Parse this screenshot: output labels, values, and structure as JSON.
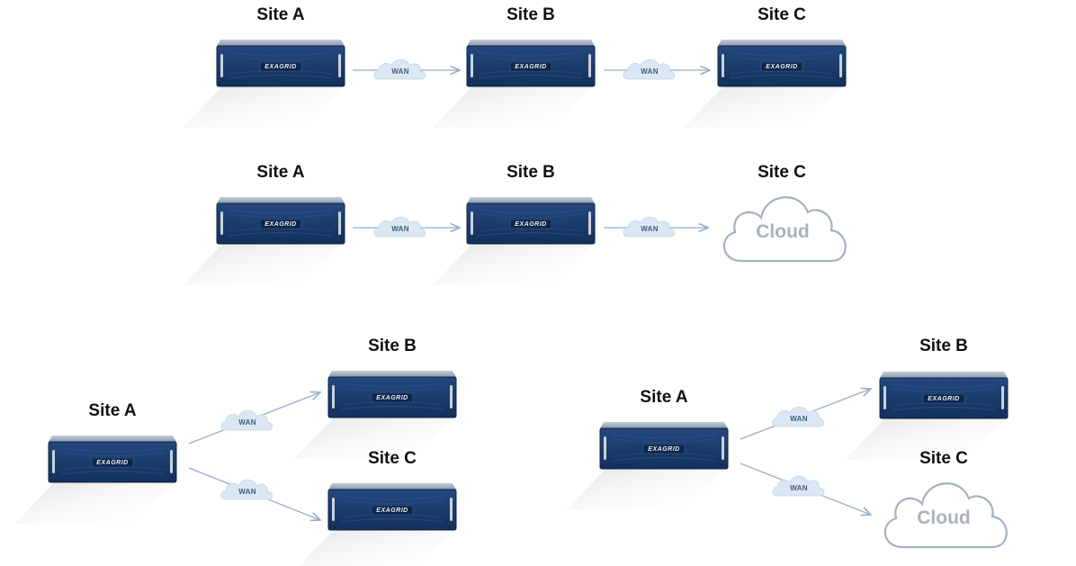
{
  "diagrams": [
    {
      "nodes": [
        {
          "id": "A",
          "label": "Site A",
          "kind": "appliance",
          "brand": "EXAGRID"
        },
        {
          "id": "B",
          "label": "Site B",
          "kind": "appliance",
          "brand": "EXAGRID"
        },
        {
          "id": "C",
          "label": "Site C",
          "kind": "appliance",
          "brand": "EXAGRID"
        }
      ],
      "links": [
        {
          "from": "A",
          "to": "B",
          "label": "WAN"
        },
        {
          "from": "B",
          "to": "C",
          "label": "WAN"
        }
      ]
    },
    {
      "nodes": [
        {
          "id": "A",
          "label": "Site A",
          "kind": "appliance",
          "brand": "EXAGRID"
        },
        {
          "id": "B",
          "label": "Site B",
          "kind": "appliance",
          "brand": "EXAGRID"
        },
        {
          "id": "C",
          "label": "Site C",
          "kind": "cloud",
          "text": "Cloud"
        }
      ],
      "links": [
        {
          "from": "A",
          "to": "B",
          "label": "WAN"
        },
        {
          "from": "B",
          "to": "C",
          "label": "WAN"
        }
      ]
    },
    {
      "nodes": [
        {
          "id": "A",
          "label": "Site A",
          "kind": "appliance",
          "brand": "EXAGRID"
        },
        {
          "id": "B",
          "label": "Site B",
          "kind": "appliance",
          "brand": "EXAGRID"
        },
        {
          "id": "C",
          "label": "Site C",
          "kind": "appliance",
          "brand": "EXAGRID"
        }
      ],
      "links": [
        {
          "from": "A",
          "to": "B",
          "label": "WAN"
        },
        {
          "from": "A",
          "to": "C",
          "label": "WAN"
        }
      ]
    },
    {
      "nodes": [
        {
          "id": "A",
          "label": "Site A",
          "kind": "appliance",
          "brand": "EXAGRID"
        },
        {
          "id": "B",
          "label": "Site B",
          "kind": "appliance",
          "brand": "EXAGRID"
        },
        {
          "id": "C",
          "label": "Site C",
          "kind": "cloud",
          "text": "Cloud"
        }
      ],
      "links": [
        {
          "from": "A",
          "to": "B",
          "label": "WAN"
        },
        {
          "from": "A",
          "to": "C",
          "label": "WAN"
        }
      ]
    }
  ],
  "colors": {
    "appliance": "#1d3f73",
    "appliance_dark": "#10284d",
    "connector": "#9aaec6",
    "wan_cloud": "#dbe7f3",
    "cloud_outline": "#a3b1c0",
    "shadow": "#e9e9e9"
  }
}
